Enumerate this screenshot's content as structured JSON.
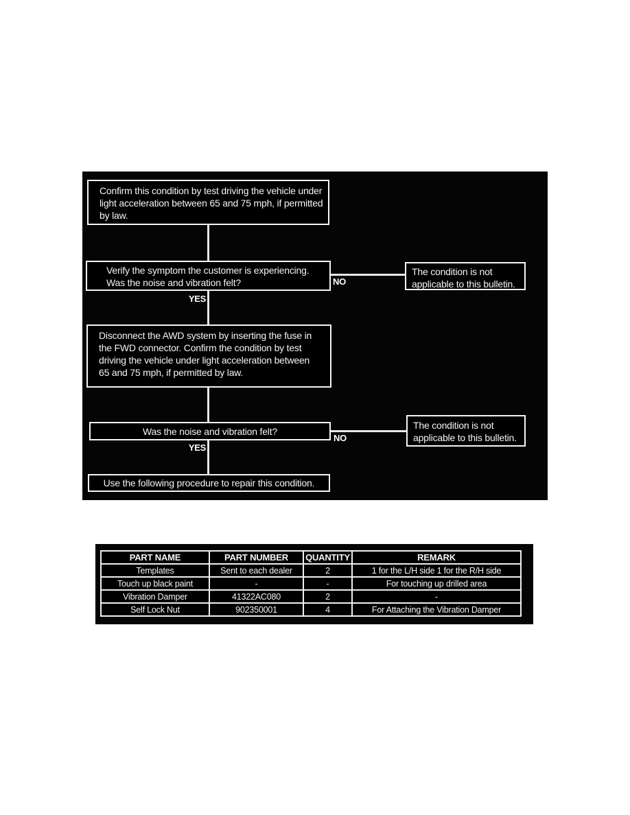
{
  "page": {
    "background_color": "#ffffff",
    "panel_background_color": "#000000",
    "panel_text_color": "#f5f5f5"
  },
  "flowchart": {
    "step_confirm": {
      "lines": [
        "Confirm this condition by test driving the vehicle under",
        "light acceleration between 65 and 75 mph, if permitted",
        "by law."
      ]
    },
    "step_verify": {
      "lines": [
        "Verify the symptom the customer is experiencing.",
        "Was the noise and vibration felt?"
      ]
    },
    "step_disconnect": {
      "lines": [
        "Disconnect the AWD system by inserting the fuse in",
        "the FWD connector. Confirm the condition by test",
        "driving the vehicle under light acceleration between",
        "65 and 75 mph, if permitted by law."
      ]
    },
    "step_recheck": {
      "text": "Was the noise and vibration felt?"
    },
    "step_repair": {
      "text": "Use the following procedure to repair this condition."
    },
    "outcome_not_applicable_1": {
      "lines": [
        "The condition is not",
        "applicable to this bulletin."
      ]
    },
    "outcome_not_applicable_2": {
      "lines": [
        "The condition is not",
        "applicable to this bulletin."
      ]
    },
    "labels": {
      "yes_1": "YES",
      "no_1": "NO",
      "yes_2": "YES",
      "no_2": "NO"
    }
  },
  "parts_table": {
    "headers": [
      "PART NAME",
      "PART NUMBER",
      "QUANTITY",
      "REMARK"
    ],
    "rows": [
      [
        "Templates",
        "Sent to each dealer",
        "2",
        "1 for the L/H side 1 for the R/H side"
      ],
      [
        "Touch up black paint",
        "-",
        "-",
        "For touching up drilled area"
      ],
      [
        "Vibration Damper",
        "41322AC080",
        "2",
        "-"
      ],
      [
        "Self Lock Nut",
        "902350001",
        "4",
        "For Attaching the Vibration Damper"
      ]
    ]
  }
}
